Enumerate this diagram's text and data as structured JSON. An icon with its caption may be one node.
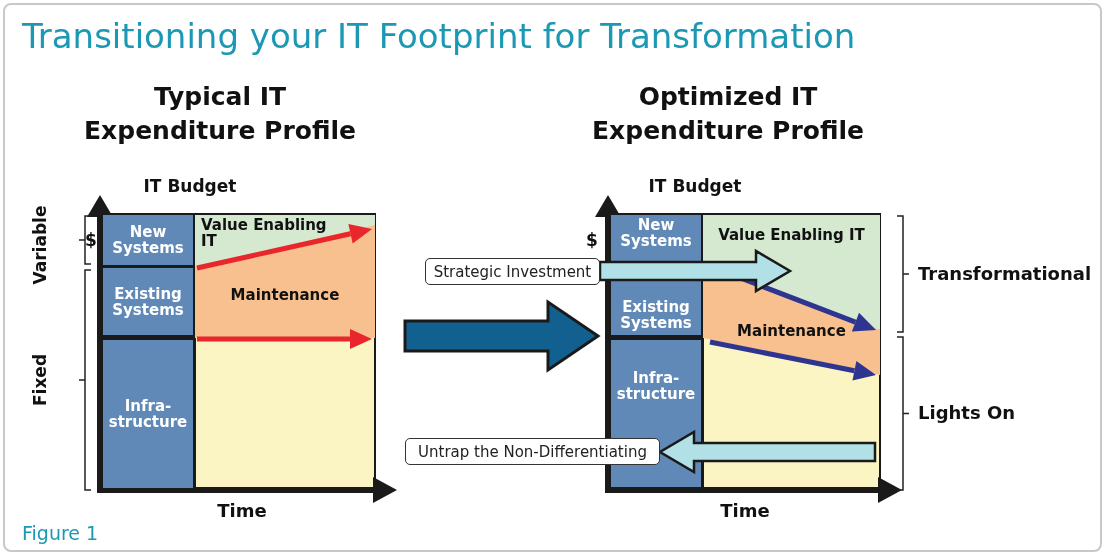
{
  "diagram": {
    "title": "Transitioning your IT Footprint for Transformation",
    "caption": "Figure 1",
    "nodes": [
      {
        "text": [
          "Typical IT Expenditure Profile"
        ]
      },
      {
        "text": [
          "New Systems"
        ],
        "in": 0
      },
      {
        "text": [
          "Existing Systems"
        ],
        "in": 0
      },
      {
        "text": [
          "Infra- structure"
        ],
        "in": 0
      },
      {
        "text": [
          "Value Enabling IT"
        ],
        "in": 0
      },
      {
        "text": [
          "Maintenance"
        ],
        "in": 0
      },
      {
        "text": [
          "Optimized IT Expenditure Profile"
        ]
      },
      {
        "text": [
          "New Systems"
        ],
        "in": 6
      },
      {
        "text": [
          "Existing Systems"
        ],
        "in": 6
      },
      {
        "text": [
          "Infra- structure"
        ],
        "in": 6
      },
      {
        "text": [
          "Value Enabling IT"
        ],
        "in": 6
      },
      {
        "text": [
          "Maintenance"
        ],
        "in": 6
      },
      {
        "text": [
          "Strategic Investment"
        ]
      },
      {
        "text": [
          "Untrap the Non-Differentiating"
        ]
      }
    ],
    "edges": [
      {
        "from": 0,
        "to": 6,
        "arrow": "to",
        "style": "thick",
        "color": "#12608f"
      },
      {
        "from": 12,
        "to": 10,
        "arrow": "to"
      },
      {
        "from": null,
        "to": 13,
        "arrow": "to"
      }
    ],
    "labels": [
      "IT Budget",
      "$",
      "Variable",
      "Fixed",
      "Time",
      "IT Budget",
      "$",
      "Transformational",
      "Lights On",
      "Time"
    ]
  }
}
